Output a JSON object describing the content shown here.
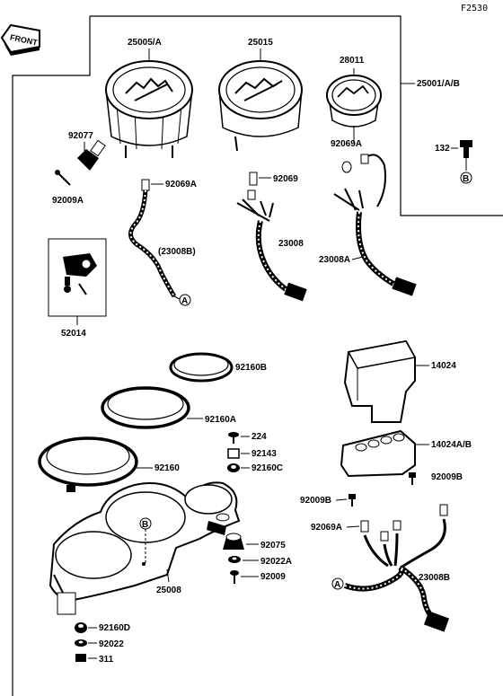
{
  "diagram_code": "F2530",
  "front_label": "FRONT",
  "callouts": {
    "c25005a": "25005/A",
    "c25015": "25015",
    "c28011": "28011",
    "c25001ab": "25001/A/B",
    "c92077": "92077",
    "c92009a": "92009A",
    "c92069a_top": "92069A",
    "c92069_top": "92069",
    "c92069a_right": "92069A",
    "c132": "132",
    "c23008b_paren": "(23008B)",
    "c23008": "23008",
    "c23008a": "23008A",
    "c52014": "52014",
    "c92160b": "92160B",
    "c14024": "14024",
    "c92160a": "92160A",
    "c224": "224",
    "c92143": "92143",
    "c14024ab": "14024A/B",
    "c92160": "92160",
    "c92160c": "92160C",
    "c92009b_right": "92009B",
    "c92009b_left": "92009B",
    "c92069a_bottom": "92069A",
    "c92075": "92075",
    "c92022a": "92022A",
    "c25008": "25008",
    "c92009": "92009",
    "c23008b": "23008B",
    "c92160d": "92160D",
    "c92022": "92022",
    "c311": "311"
  },
  "markers": {
    "a_top": "A",
    "a_bottom": "A",
    "b_right": "B",
    "b_bracket": "B"
  }
}
